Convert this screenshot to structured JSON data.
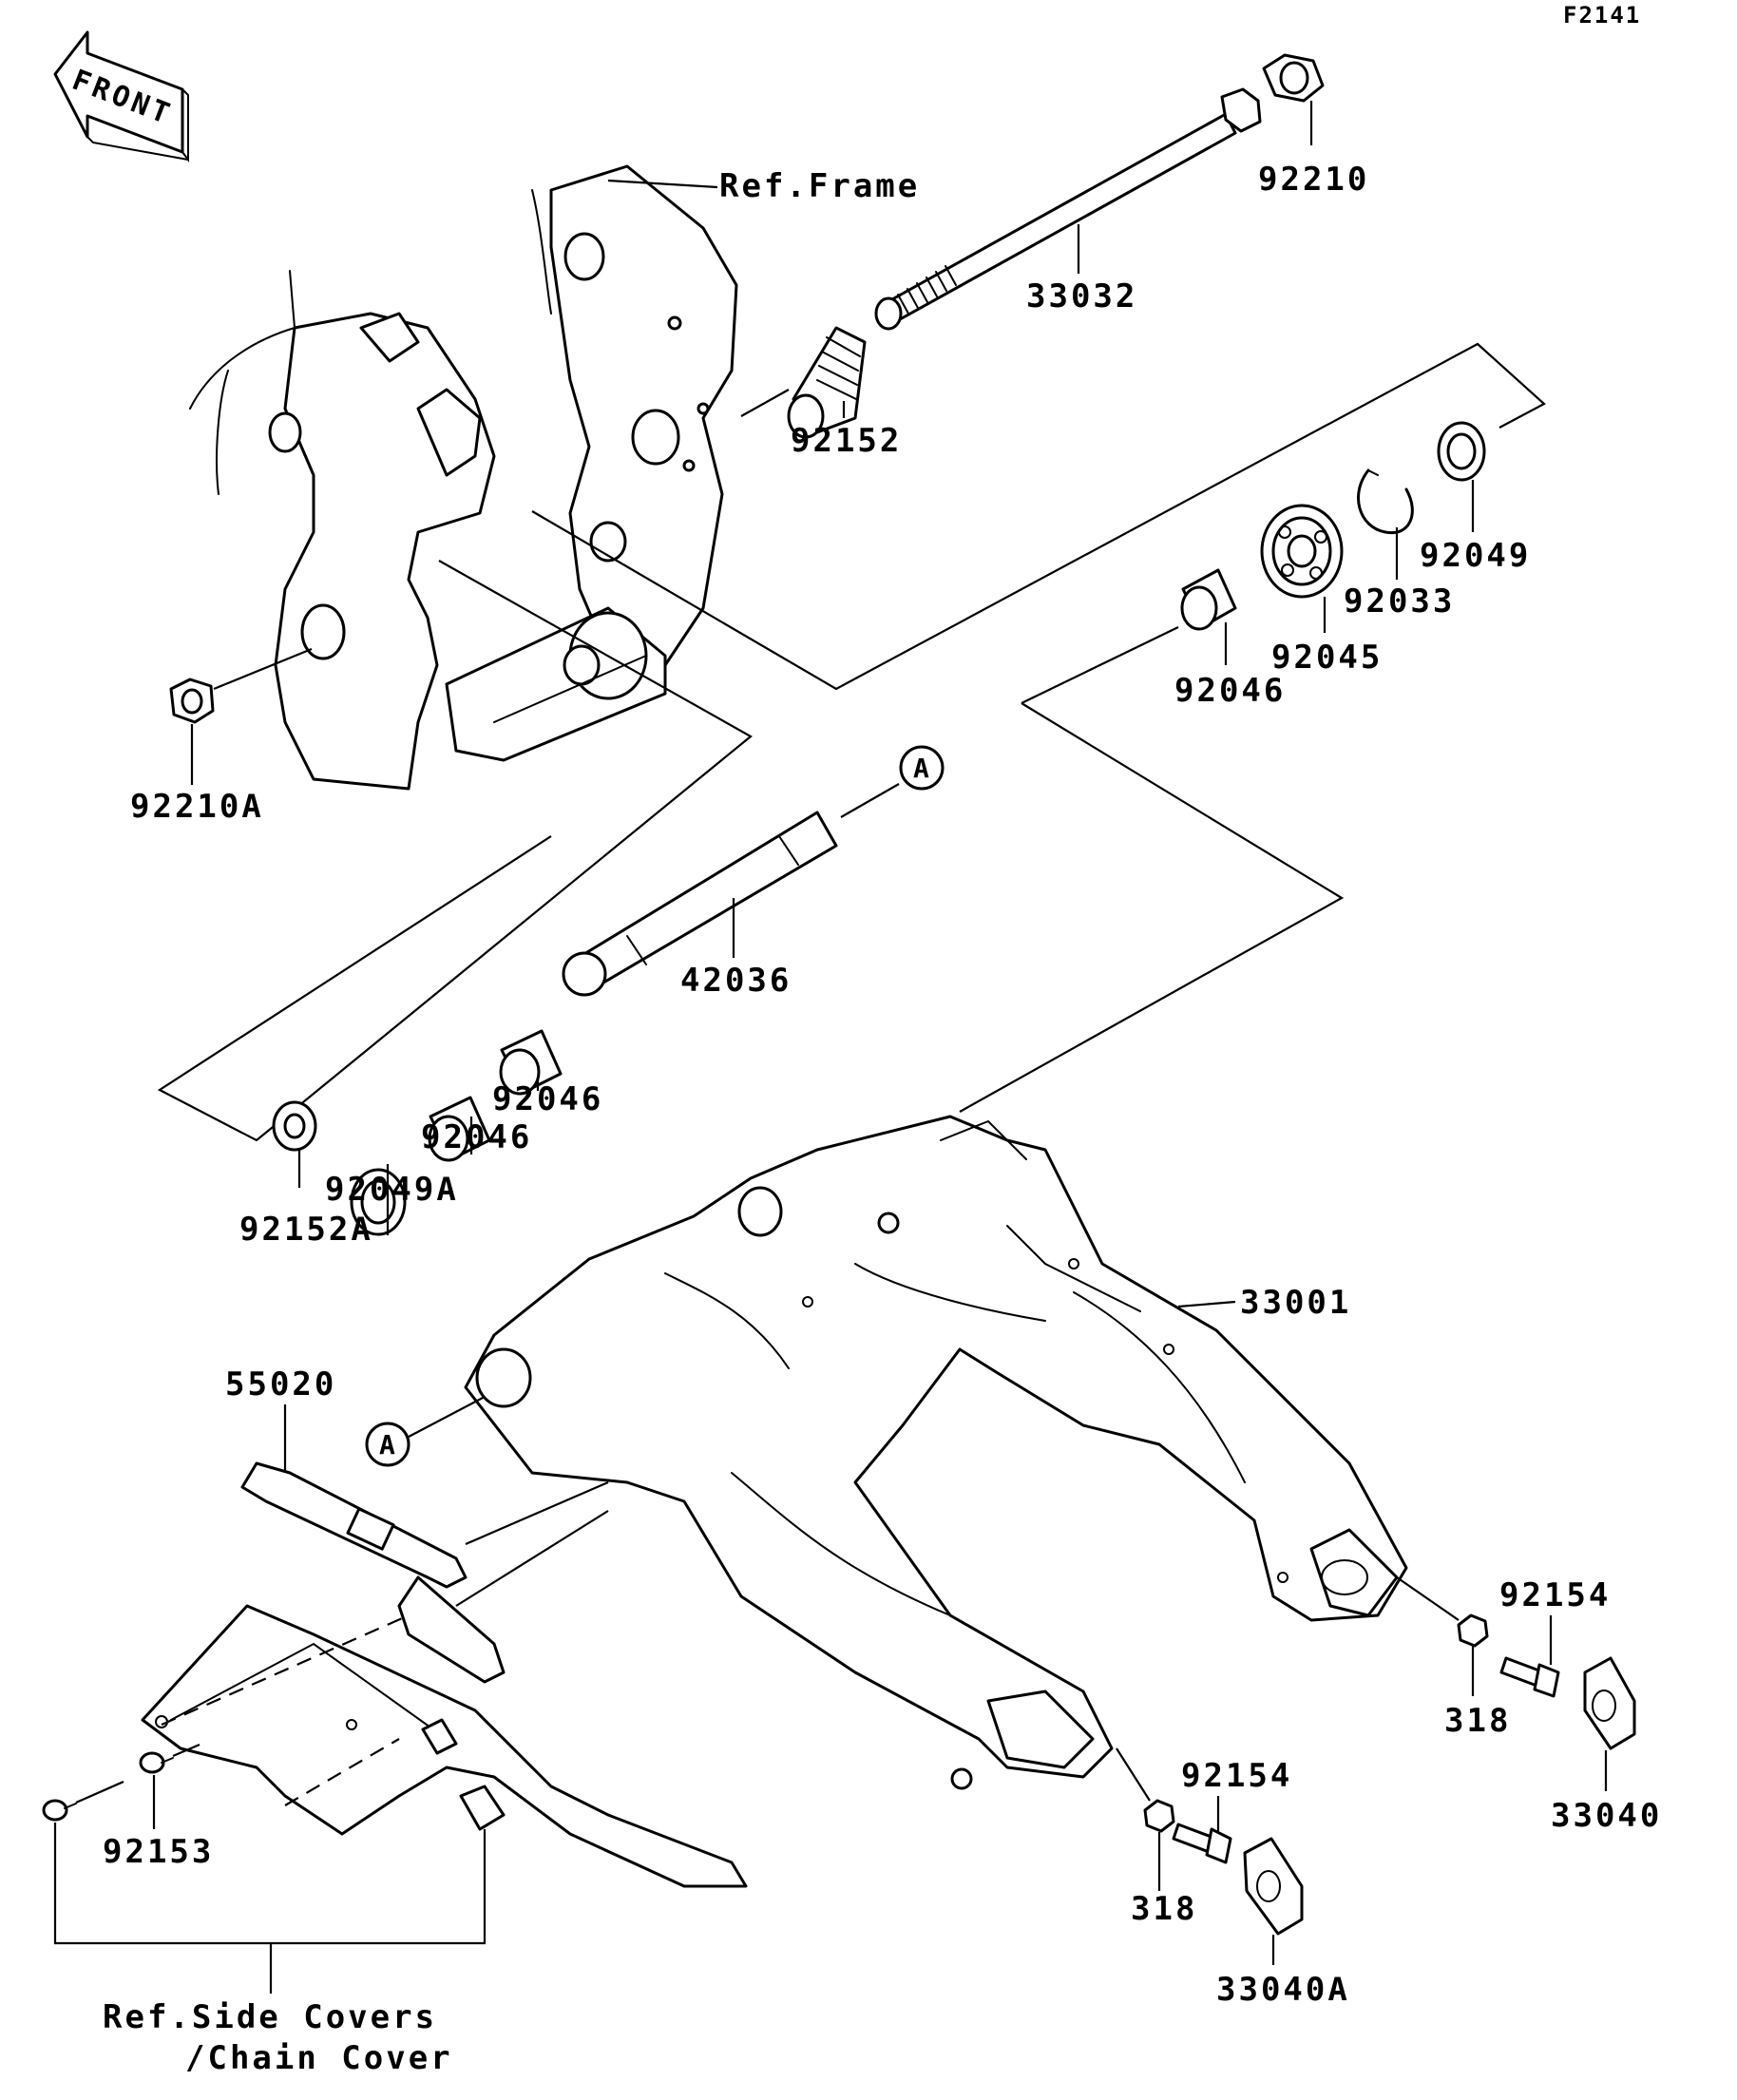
{
  "figure_code": "F2141",
  "front_arrow_text": "FRONT",
  "refs": {
    "frame": "Ref.Frame",
    "side_covers_line1": "Ref.Side Covers",
    "side_covers_line2": "/Chain Cover"
  },
  "callout_marker": "A",
  "parts": [
    "92210",
    "33032",
    "92152",
    "92049",
    "92033",
    "92045",
    "92046",
    "92210A",
    "42036",
    "92046",
    "92046",
    "92049A",
    "92152A",
    "33001",
    "55020",
    "92154",
    "318",
    "33040",
    "92154",
    "318",
    "33040A",
    "92153"
  ]
}
